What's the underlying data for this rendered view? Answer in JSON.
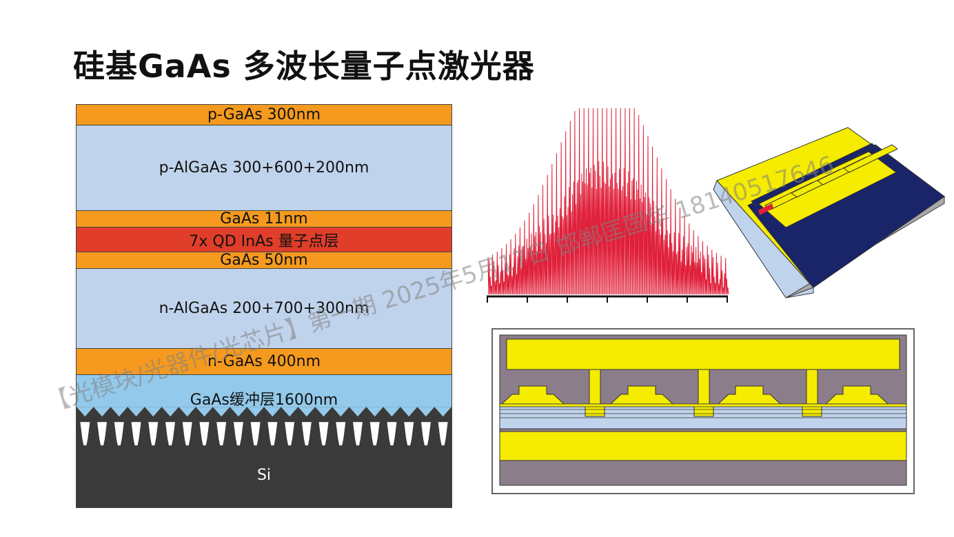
{
  "title": "硅基GaAs 多波长量子点激光器",
  "layers": [
    {
      "label": "p-GaAs 300nm"
    },
    {
      "label": "p-AlGaAs  300+600+200nm"
    },
    {
      "label": "GaAs 11nm"
    },
    {
      "label": "7x QD InAs 量子点层"
    },
    {
      "label": "GaAs 50nm"
    },
    {
      "label": "n-AlGaAs 200+700+300nm"
    },
    {
      "label": "n-GaAs 400nm"
    },
    {
      "label": "GaAs缓冲层1600nm"
    }
  ],
  "substrate_label": "Si",
  "watermark": "【光模块/光器件/光芯片】第一期   2025年5月17日   邯郸匡国华 18140517646",
  "colors": {
    "gaas": "#f59a1e",
    "algaas": "#c0d3ec",
    "qd": "#e03e2a",
    "buffer": "#93c9ea",
    "si": "#3a3a3a",
    "spectrum": "#e0203a",
    "metal": "#f5ec00",
    "oxide": "#8c7d8a",
    "substrate_3d": "#1a2468"
  }
}
